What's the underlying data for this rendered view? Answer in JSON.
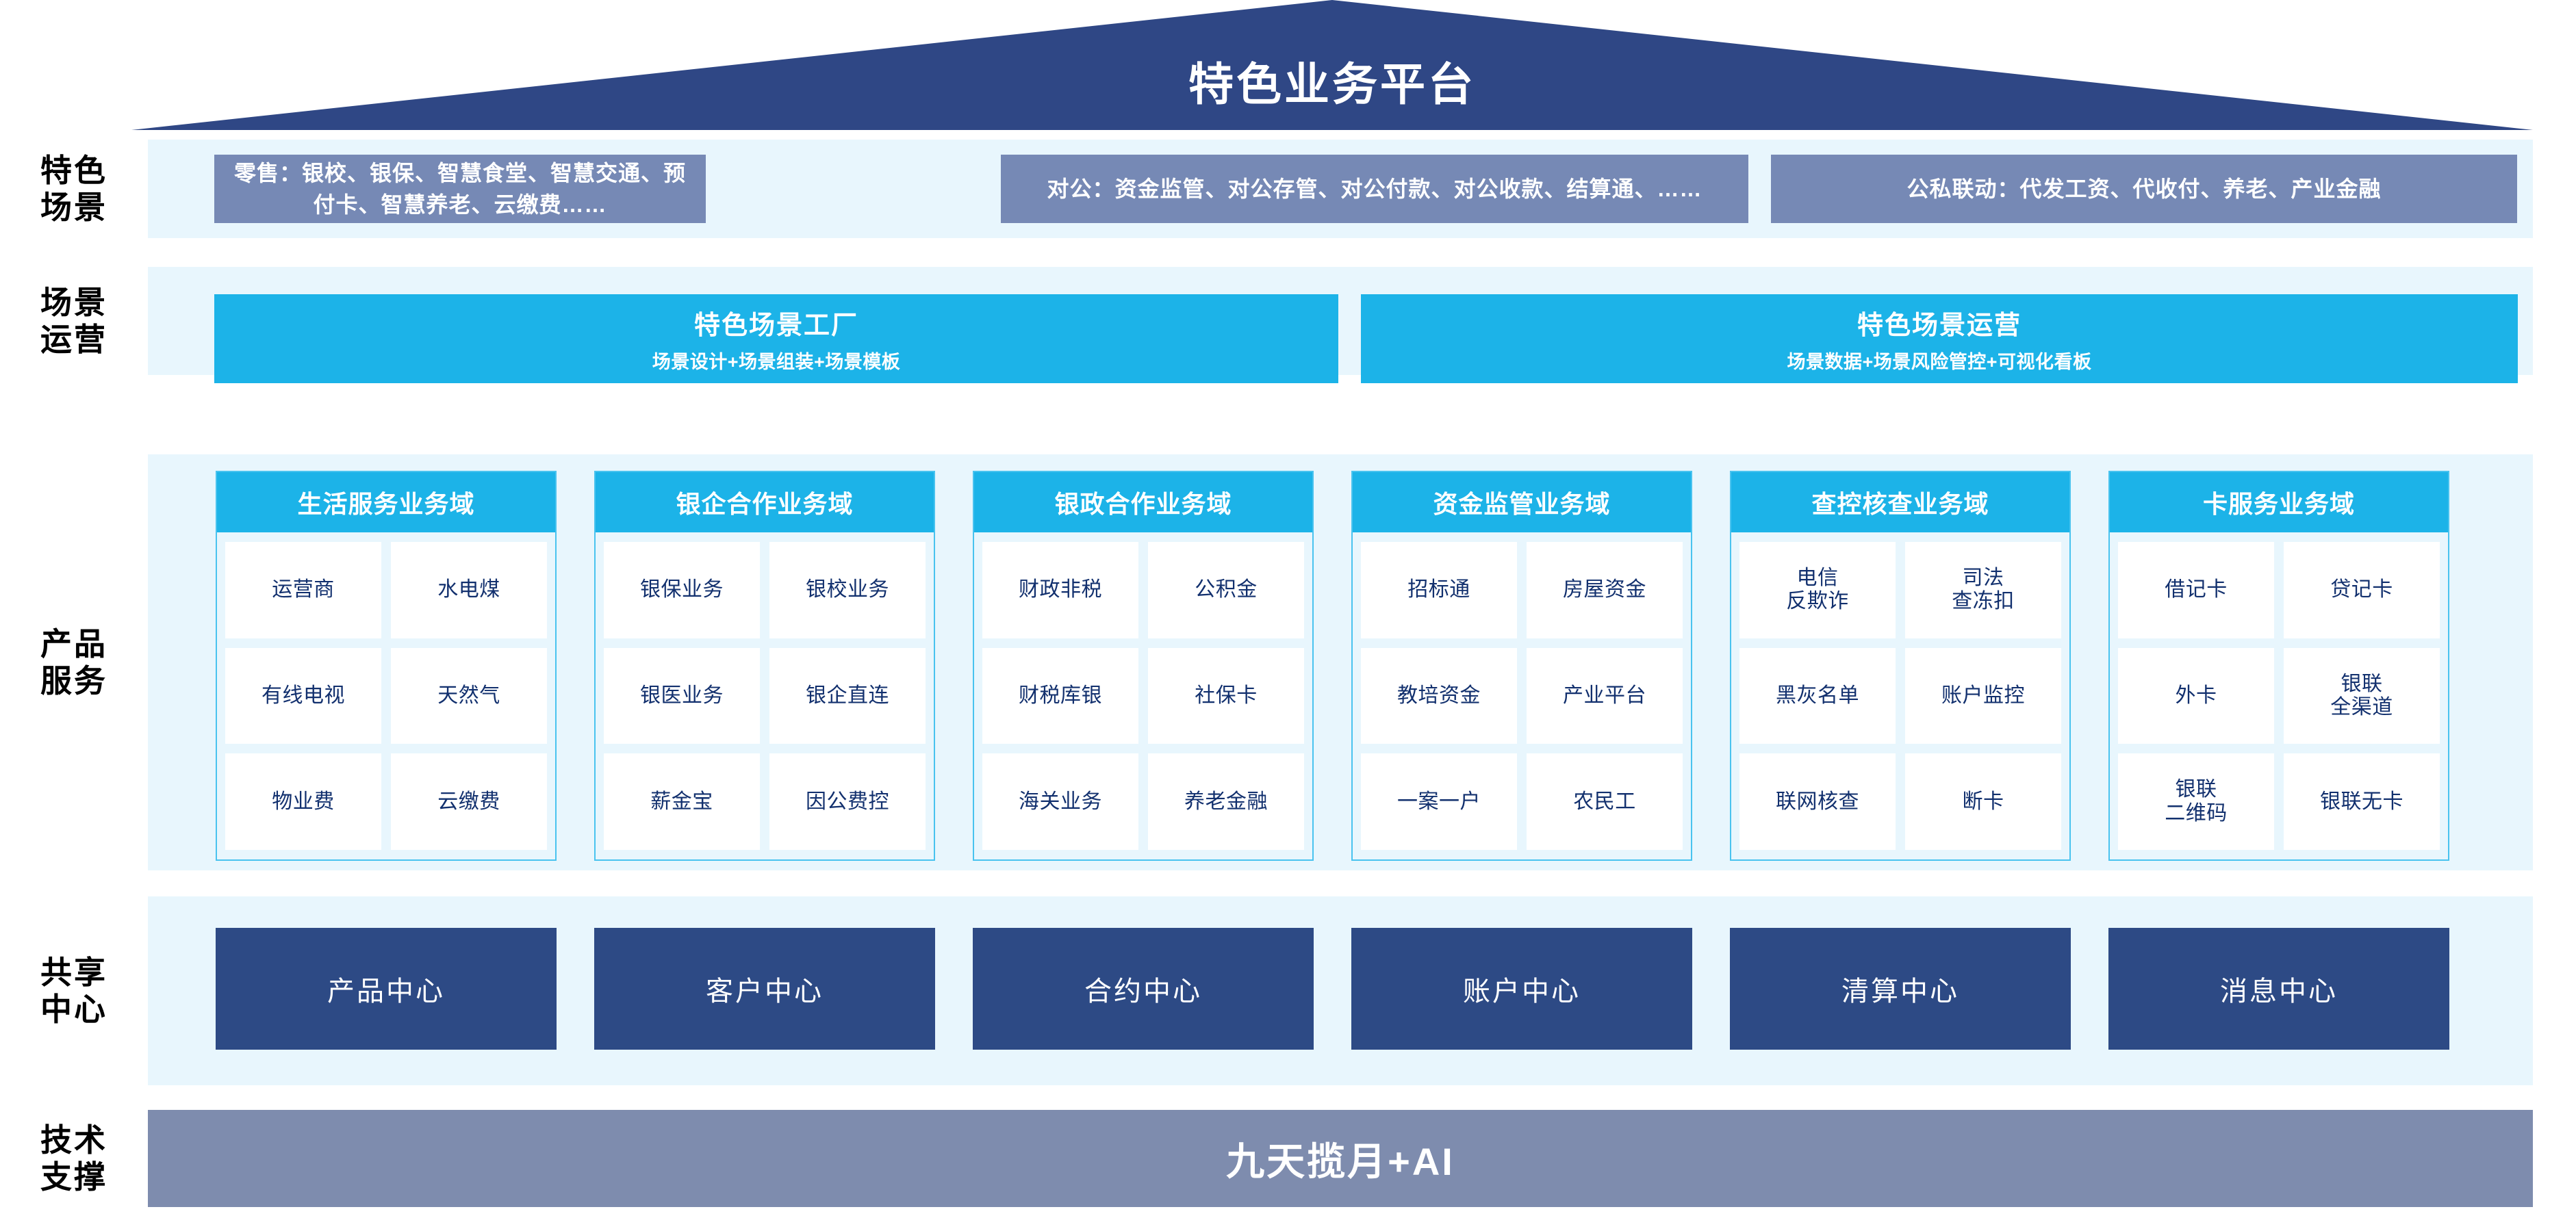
{
  "roof": {
    "title": "特色业务平台",
    "color": "#2f4785"
  },
  "row_labels": {
    "scene": {
      "line1": "特色",
      "line2": "场景"
    },
    "ops": {
      "line1": "场景",
      "line2": "运营"
    },
    "product": {
      "line1": "产品",
      "line2": "服务"
    },
    "share": {
      "line1": "共享",
      "line2": "中心"
    },
    "tech": {
      "line1": "技术",
      "line2": "支撑"
    }
  },
  "colors": {
    "roof_navy": "#2f4785",
    "scene_box": "#7689b5",
    "cyan": "#1cb3e8",
    "band": "#e8f6fd",
    "share_navy": "#2d4a85",
    "tech_bar": "#7e8cae",
    "tile_text": "#12306e"
  },
  "scene_boxes": [
    {
      "label": "零售：银校、银保、智慧食堂、智慧交通、预付卡、智慧养老、云缴费……"
    },
    {
      "label": "对公：资金监管、对公存管、对公付款、对公收款、结算通、……"
    },
    {
      "label": "公私联动：代发工资、代收付、养老、产业金融"
    }
  ],
  "ops_boxes": [
    {
      "title": "特色场景工厂",
      "subtitle": "场景设计+场景组装+场景模板"
    },
    {
      "title": "特色场景运营",
      "subtitle": "场景数据+场景风险管控+可视化看板"
    }
  ],
  "product_columns": [
    {
      "header": "生活服务业务域",
      "tiles": [
        "运营商",
        "水电煤",
        "有线电视",
        "天然气",
        "物业费",
        "云缴费"
      ]
    },
    {
      "header": "银企合作业务域",
      "tiles": [
        "银保业务",
        "银校业务",
        "银医业务",
        "银企直连",
        "薪金宝",
        "因公费控"
      ]
    },
    {
      "header": "银政合作业务域",
      "tiles": [
        "财政非税",
        "公积金",
        "财税库银",
        "社保卡",
        "海关业务",
        "养老金融"
      ]
    },
    {
      "header": "资金监管业务域",
      "tiles": [
        "招标通",
        "房屋资金",
        "教培资金",
        "产业平台",
        "一案一户",
        "农民工"
      ]
    },
    {
      "header": "查控核查业务域",
      "tiles": [
        "电信\n反欺诈",
        "司法\n查冻扣",
        "黑灰名单",
        "账户监控",
        "联网核查",
        "断卡"
      ]
    },
    {
      "header": "卡服务业务域",
      "tiles": [
        "借记卡",
        "贷记卡",
        "外卡",
        "银联\n全渠道",
        "银联\n二维码",
        "银联无卡"
      ]
    }
  ],
  "share_centers": [
    {
      "label": "产品中心"
    },
    {
      "label": "客户中心"
    },
    {
      "label": "合约中心"
    },
    {
      "label": "账户中心"
    },
    {
      "label": "清算中心"
    },
    {
      "label": "消息中心"
    }
  ],
  "tech_support": {
    "label": "九天揽月+AI"
  }
}
